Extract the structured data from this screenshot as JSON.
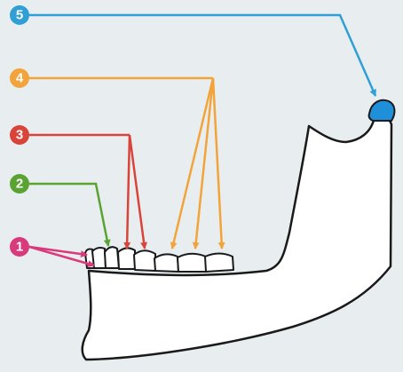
{
  "diagram": {
    "bone_fill": "#ffffff",
    "bone_outline": "#1a1a1a",
    "condyle_fill": "#1e8fd8",
    "background": "#e8eef0"
  },
  "callouts": [
    {
      "label": "1",
      "color": "#d93a7c",
      "targets": 2
    },
    {
      "label": "2",
      "color": "#5aa332",
      "targets": 1
    },
    {
      "label": "3",
      "color": "#d9443a",
      "targets": 2
    },
    {
      "label": "4",
      "color": "#f2a43a",
      "targets": 3
    },
    {
      "label": "5",
      "color": "#2f9fd6",
      "targets": 1
    }
  ]
}
